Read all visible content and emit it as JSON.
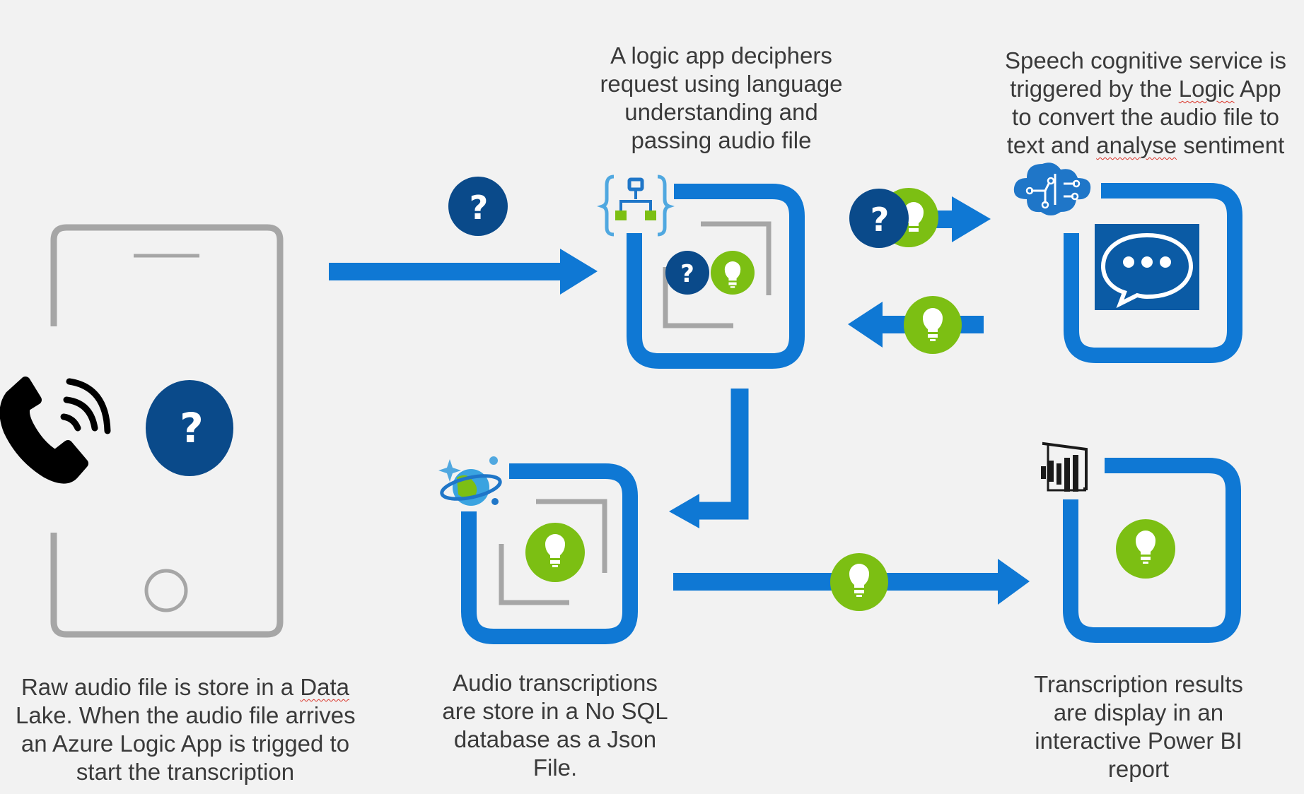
{
  "colors": {
    "background": "#f2f2f2",
    "flow_blue": "#0f78d4",
    "question_navy": "#0a4a8a",
    "insight_green": "#7cbf13",
    "device_gray": "#a6a6a6",
    "text": "#3a3a3a"
  },
  "icons": {
    "phone": "phone-ringing-icon",
    "question": "question-mark-icon",
    "insight": "lightbulb-icon",
    "logic_app": "logic-app-icon",
    "cognitive": "brain-circuit-icon",
    "speech": "speech-bubble-icon",
    "cosmos": "cosmos-db-planet-icon",
    "power_bi": "power-bi-icon"
  },
  "captions": {
    "ingest": {
      "lines": [
        "Raw audio file is store in a Data",
        "Lake. When the audio file arrives",
        "an Azure Logic App is trigged to",
        "start the transcription"
      ]
    },
    "logic_app": {
      "lines": [
        "A logic app deciphers",
        "request using language",
        "understanding and",
        "passing audio file"
      ]
    },
    "speech": {
      "line1_pre": "Speech cognitive service is",
      "line2_pre": "triggered by the ",
      "line2_flag": "Logic",
      "line2_post": " App",
      "line3": "to convert the audio file to",
      "line4_pre": "text and ",
      "line4_flag": "analyse",
      "line4_post": " sentiment"
    },
    "storage": {
      "lines": [
        "Audio transcriptions",
        "are store in a No SQL",
        "database as a Json",
        "File."
      ]
    },
    "report": {
      "lines": [
        "Transcription results",
        "are display in an",
        "interactive Power BI",
        "report"
      ]
    }
  },
  "ingest_caption_flag_word": "Data"
}
